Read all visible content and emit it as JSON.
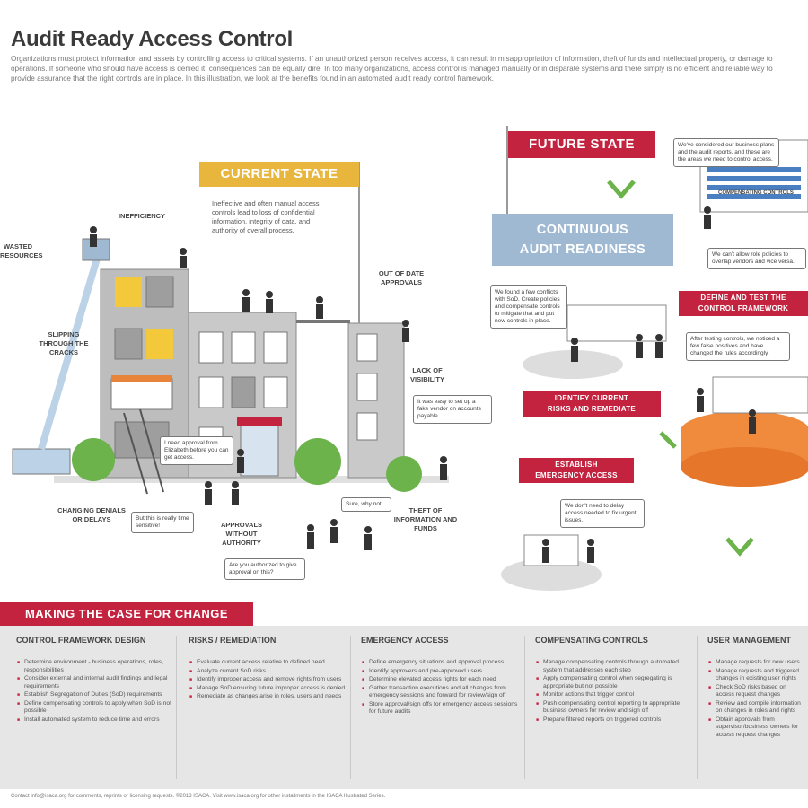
{
  "header": {
    "title": "Audit Ready Access Control",
    "intro": "Organizations must protect information and assets by controlling access to critical systems. If an unauthorized person receives access, it can result in misappropriation of information, theft of funds and intellectual property, or damage to operations. If someone who should have access is denied it, consequences can be equally dire. In too many organizations, access control is managed manually or in disparate systems and there simply is no efficient and reliable way to provide assurance that the right controls are in place. In this illustration, we look at the benefits found in an automated audit ready control framework."
  },
  "current_state": {
    "banner": "CURRENT STATE",
    "description": "Ineffective and often manual access controls lead to loss of confidential information, integrity of data, and authority of overall process.",
    "labels": {
      "efficiency": "INEFFICIENCY",
      "wasted": "WASTED RESOURCES",
      "slipping": "SLIPPING THROUGH THE CRACKS",
      "outdated": "OUT OF DATE APPROVALS",
      "visibility": "LACK OF VISIBILITY",
      "changing": "CHANGING DENIALS OR DELAYS",
      "approvals": "APPROVALS WITHOUT AUTHORITY",
      "theft": "THEFT OF INFORMATION AND FUNDS"
    },
    "bubbles": {
      "b1": "I need approval from Elizabeth before you can get access.",
      "b2": "It was easy to set up a fake vendor on accounts payable.",
      "b3": "But this is really time sensitive!",
      "b4": "Sure, why not!",
      "b5": "Are you authorized to give approval on this?"
    }
  },
  "future_state": {
    "banner": "FUTURE STATE",
    "continuous_line1": "CONTINUOUS",
    "continuous_line2": "AUDIT READINESS",
    "top_note": "We've considered our business plans and the audit reports, and these are the areas we need to control access.",
    "sheet_label": "COMPENSATING CONTROLS",
    "warn_note": "We can't allow role policies to overlap vendors and vice versa.",
    "define_line1": "DEFINE AND TEST THE",
    "define_line2": "CONTROL FRAMEWORK",
    "left_bubble": "We found a few conflicts with SoD. Create policies and compensate controls to mitigate that and put new controls in place.",
    "right_bubble": "After testing controls, we noticed a few false positives and have changed the rules accordingly.",
    "identify_line1": "IDENTIFY CURRENT",
    "identify_line2": "RISKS AND REMEDIATE",
    "establish_line1": "ESTABLISH",
    "establish_line2": "EMERGENCY ACCESS",
    "emergency_bubble": "We don't need to delay access needed to fix urgent issues."
  },
  "case_for_change": {
    "banner": "MAKING THE CASE FOR CHANGE",
    "columns": [
      {
        "heading": "CONTROL FRAMEWORK DESIGN",
        "items": [
          "Determine environment - business operations, roles, responsibilities",
          "Consider external and internal audit findings and legal requirements",
          "Establish Segregation of Duties (SoD) requirements",
          "Define compensating controls to apply when SoD is not possible",
          "Install automated system to reduce time and errors"
        ]
      },
      {
        "heading": "RISKS / REMEDIATION",
        "items": [
          "Evaluate current access relative to defined need",
          "Analyze current SoD risks",
          "Identify improper access and remove rights from users",
          "Manage SoD ensuring future improper access is denied",
          "Remediate as changes arise in roles, users and needs"
        ]
      },
      {
        "heading": "EMERGENCY ACCESS",
        "items": [
          "Define emergency situations and approval process",
          "Identify approvers and pre-approved users",
          "Determine elevated access rights for each need",
          "Gather transaction executions and all changes from emergency sessions and forward for review/sign off",
          "Store approval/sign offs for emergency access sessions for future audits"
        ]
      },
      {
        "heading": "COMPENSATING CONTROLS",
        "items": [
          "Manage compensating controls through automated system that addresses each step",
          "Apply compensating control when segregating is appropriate but not possible",
          "Monitor actions that trigger control",
          "Push compensating control reporting to appropriate business owners for review and sign off",
          "Prepare filtered reports on triggered controls"
        ]
      },
      {
        "heading": "USER MANAGEMENT",
        "items": [
          "Manage requests for new users",
          "Manage requests and triggered changes in existing user rights",
          "Check SoD risks based on access request changes",
          "Review and compile information on changes in roles and rights",
          "Obtain approvals from supervisor/business owners for access request changes"
        ]
      }
    ]
  },
  "footer": "Contact info@isaca.org for comments, reprints or licensing requests. ©2013 ISACA. Visit www.isaca.org for other installments in the ISACA Illustrated Series."
}
